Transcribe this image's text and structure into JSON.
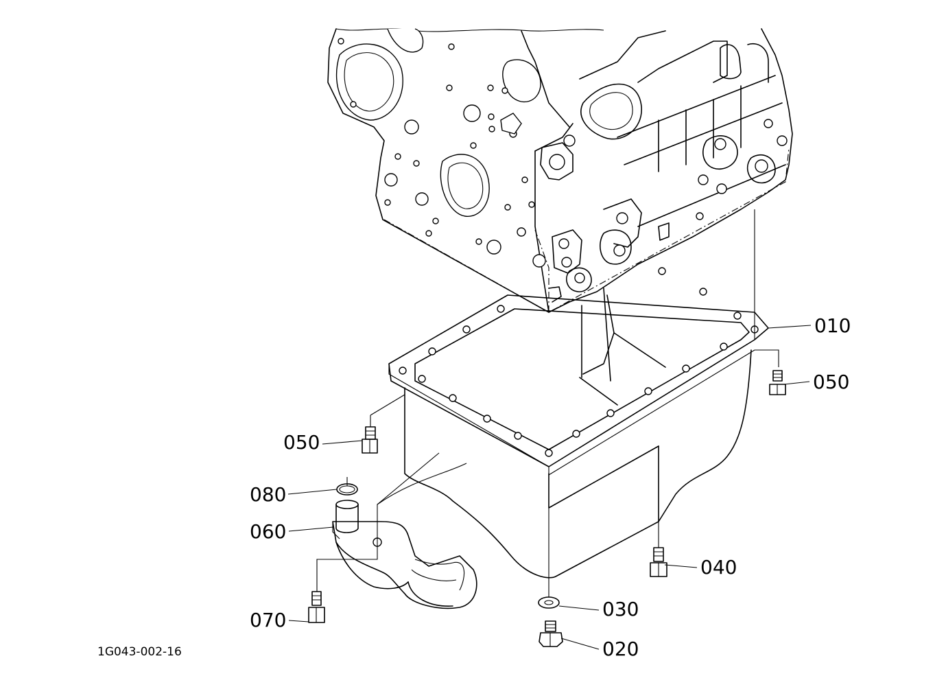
{
  "drawing_id": "1G043-002-16",
  "callouts": [
    {
      "part": "010"
    },
    {
      "part": "050"
    },
    {
      "part": "050"
    },
    {
      "part": "080"
    },
    {
      "part": "060"
    },
    {
      "part": "040"
    },
    {
      "part": "070"
    },
    {
      "part": "030"
    },
    {
      "part": "020"
    }
  ]
}
